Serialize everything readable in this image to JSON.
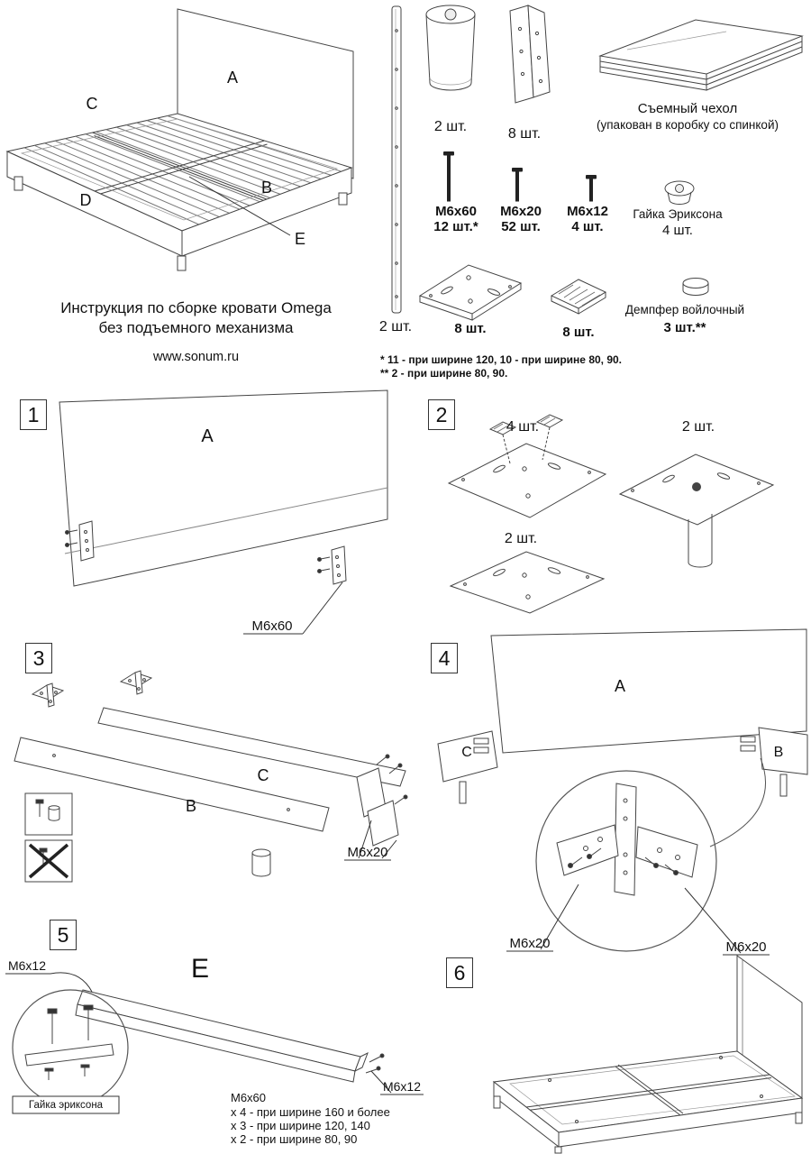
{
  "header": {
    "title_line1": "Инструкция по сборке кровати Omega",
    "title_line2": "без подъемного механизма",
    "site": "www.sonum.ru"
  },
  "bed_labels": {
    "a": "A",
    "b": "B",
    "c": "C",
    "d": "D",
    "e": "E"
  },
  "parts": {
    "rail_qty": "2 шт.",
    "leg_qty": "2 шт.",
    "corner_upright_qty": "8 шт.",
    "cover_title": "Съемный чехол",
    "cover_note": "(упакован в коробку со спинкой)",
    "bolt_m6x60": "M6x60",
    "bolt_m6x60_qty": "12 шт.*",
    "bolt_m6x20": "M6x20",
    "bolt_m6x20_qty": "52 шт.",
    "bolt_m6x12": "M6x12",
    "bolt_m6x12_qty": "4 шт.",
    "erikson_nut": "Гайка Эриксона",
    "erikson_nut_qty": "4 шт.",
    "bracket_qty": "8 шт.",
    "holder_qty": "8 шт.",
    "damper": "Демпфер войлочный",
    "damper_qty": "3 шт.**",
    "footnote1": "* 11 - при ширине 120, 10 - при ширине 80, 90.",
    "footnote2": "** 2 - при ширине 80, 90."
  },
  "steps": {
    "one": {
      "num": "1",
      "label_a": "A",
      "callout_m6x60": "M6x60"
    },
    "two": {
      "num": "2",
      "qty_top_left": "4 шт.",
      "qty_top_right": "2 шт.",
      "qty_bottom": "2 шт."
    },
    "three": {
      "num": "3",
      "label_b": "B",
      "label_c": "C",
      "callout_m6x20": "M6x20"
    },
    "four": {
      "num": "4",
      "label_a": "A",
      "label_b": "B",
      "label_c": "C",
      "callout_left": "M6x20",
      "callout_right": "M6x20"
    },
    "five": {
      "num": "5",
      "label_e": "E",
      "callout_top": "M6x12",
      "callout_right": "M6x12",
      "nut_caption": "Гайка эриксона",
      "note_bolt": "M6x60",
      "note_line1": "x 4 - при ширине 160 и более",
      "note_line2": "x 3 - при ширине 120, 140",
      "note_line3": "x 2 - при ширине 80, 90"
    },
    "six": {
      "num": "6"
    }
  }
}
